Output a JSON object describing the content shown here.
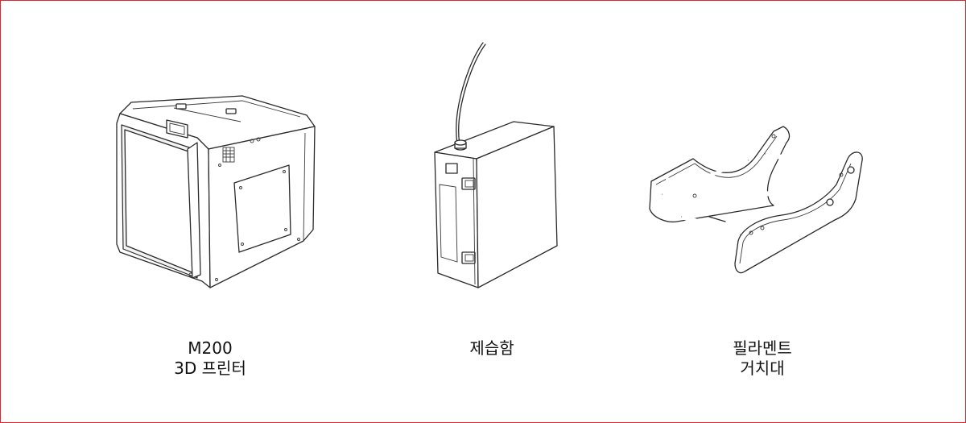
{
  "items": [
    {
      "id": "printer",
      "lines": [
        "M200",
        "3D 프린터"
      ]
    },
    {
      "id": "dry-box",
      "lines": [
        "제습함"
      ]
    },
    {
      "id": "filament-holder",
      "lines": [
        "필라멘트",
        "거치대"
      ]
    }
  ],
  "colors": {
    "border": "#e0262c",
    "line": "#2a2a2a",
    "background": "#ffffff"
  },
  "icons": [
    "printer-illustration",
    "dry-box-illustration",
    "filament-holder-illustration"
  ]
}
